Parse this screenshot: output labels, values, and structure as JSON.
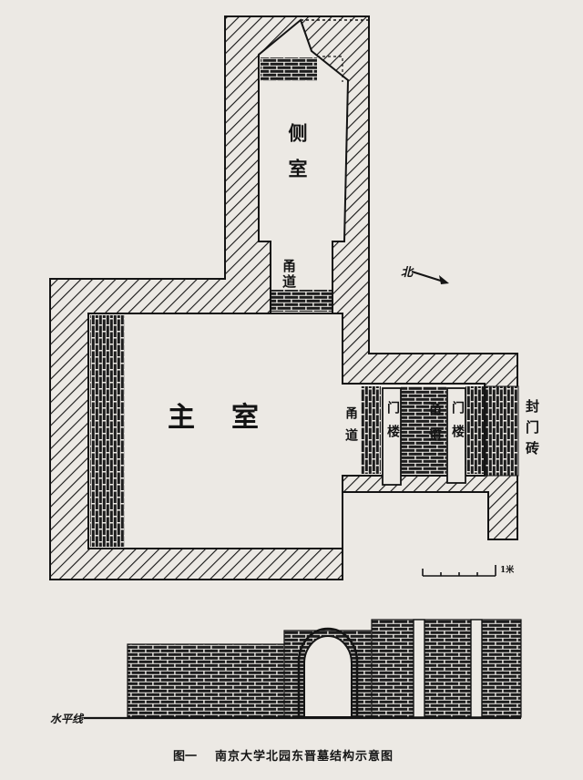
{
  "figure": {
    "number": "图一",
    "caption": "南京大学北园东晋墓结构示意图"
  },
  "labels": {
    "side_room": "侧室",
    "side_passage": "甬道",
    "main_room": "主室",
    "front_passage_left": "甬道",
    "door_brick_a": "门楼",
    "front_passage_mid": "甬道",
    "door_brick_b": "门楼",
    "seal_brick": "封门砖",
    "north": "北",
    "scale": "1米",
    "water_level": "水平线"
  },
  "colors": {
    "paper": "#ece9e4",
    "ink": "#141414"
  }
}
